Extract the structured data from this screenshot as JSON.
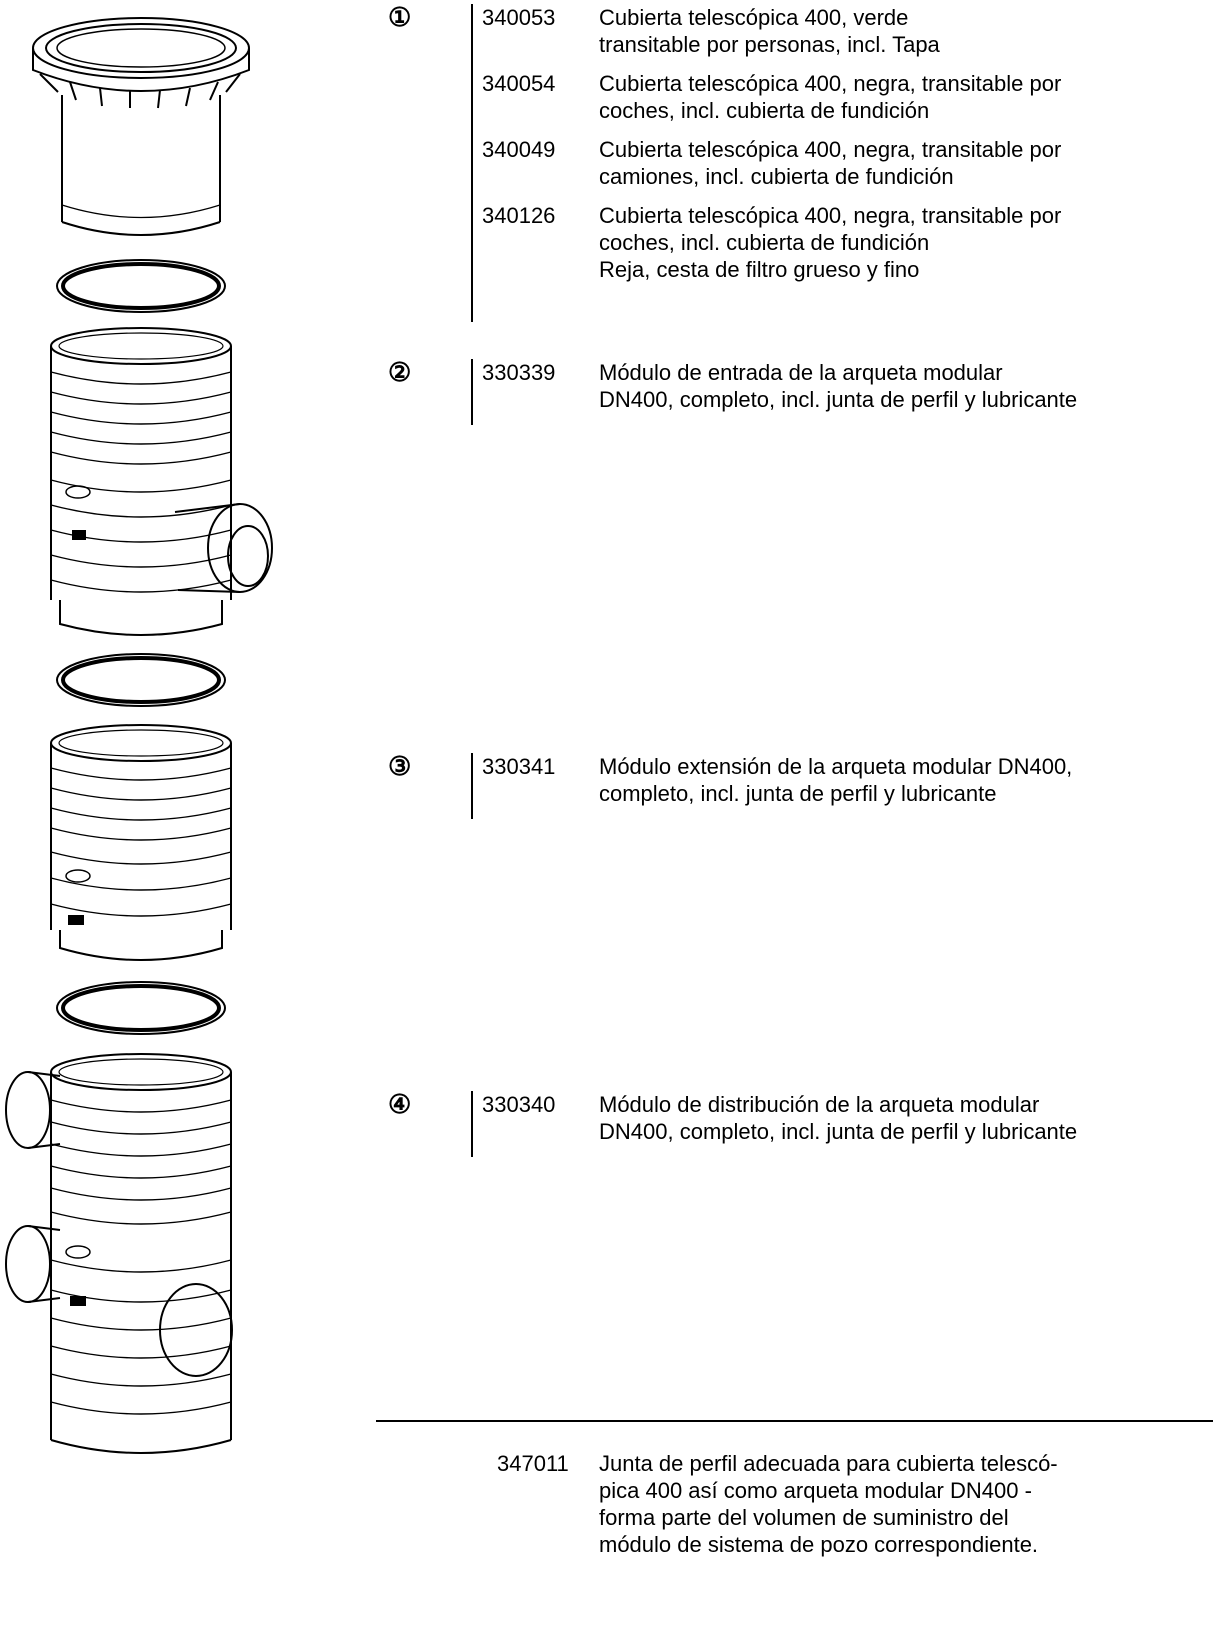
{
  "groups": [
    {
      "marker": "①",
      "entries": [
        {
          "code": "340053",
          "desc": "Cubierta telescópica 400, verde\ntransitable por personas, incl. Tapa"
        },
        {
          "code": "340054",
          "desc": "Cubierta telescópica 400, negra, transitable por\ncoches, incl. cubierta de fundición"
        },
        {
          "code": "340049",
          "desc": "Cubierta telescópica 400, negra, transitable por\ncamiones, incl. cubierta de fundición"
        },
        {
          "code": "340126",
          "desc": "Cubierta telescópica 400, negra, transitable por\ncoches, incl. cubierta de fundición\nReja, cesta de filtro grueso y fino"
        }
      ]
    },
    {
      "marker": "②",
      "entries": [
        {
          "code": "330339",
          "desc": "Módulo de entrada de la arqueta modular\nDN400, completo, incl. junta de perfil y lubricante"
        }
      ]
    },
    {
      "marker": "③",
      "entries": [
        {
          "code": "330341",
          "desc": "Módulo extensión de la arqueta modular DN400,\ncompleto, incl. junta de perfil y lubricante"
        }
      ]
    },
    {
      "marker": "④",
      "entries": [
        {
          "code": "330340",
          "desc": "Módulo de distribución de la arqueta modular\nDN400, completo, incl. junta de perfil y lubricante"
        }
      ]
    }
  ],
  "footer": {
    "code": "347011",
    "desc": "Junta de perfil adecuada para cubierta telescó-\npica 400 así como arqueta modular DN400 -\nforma parte del volumen de suministro del\nmódulo de sistema de pozo correspondiente."
  }
}
